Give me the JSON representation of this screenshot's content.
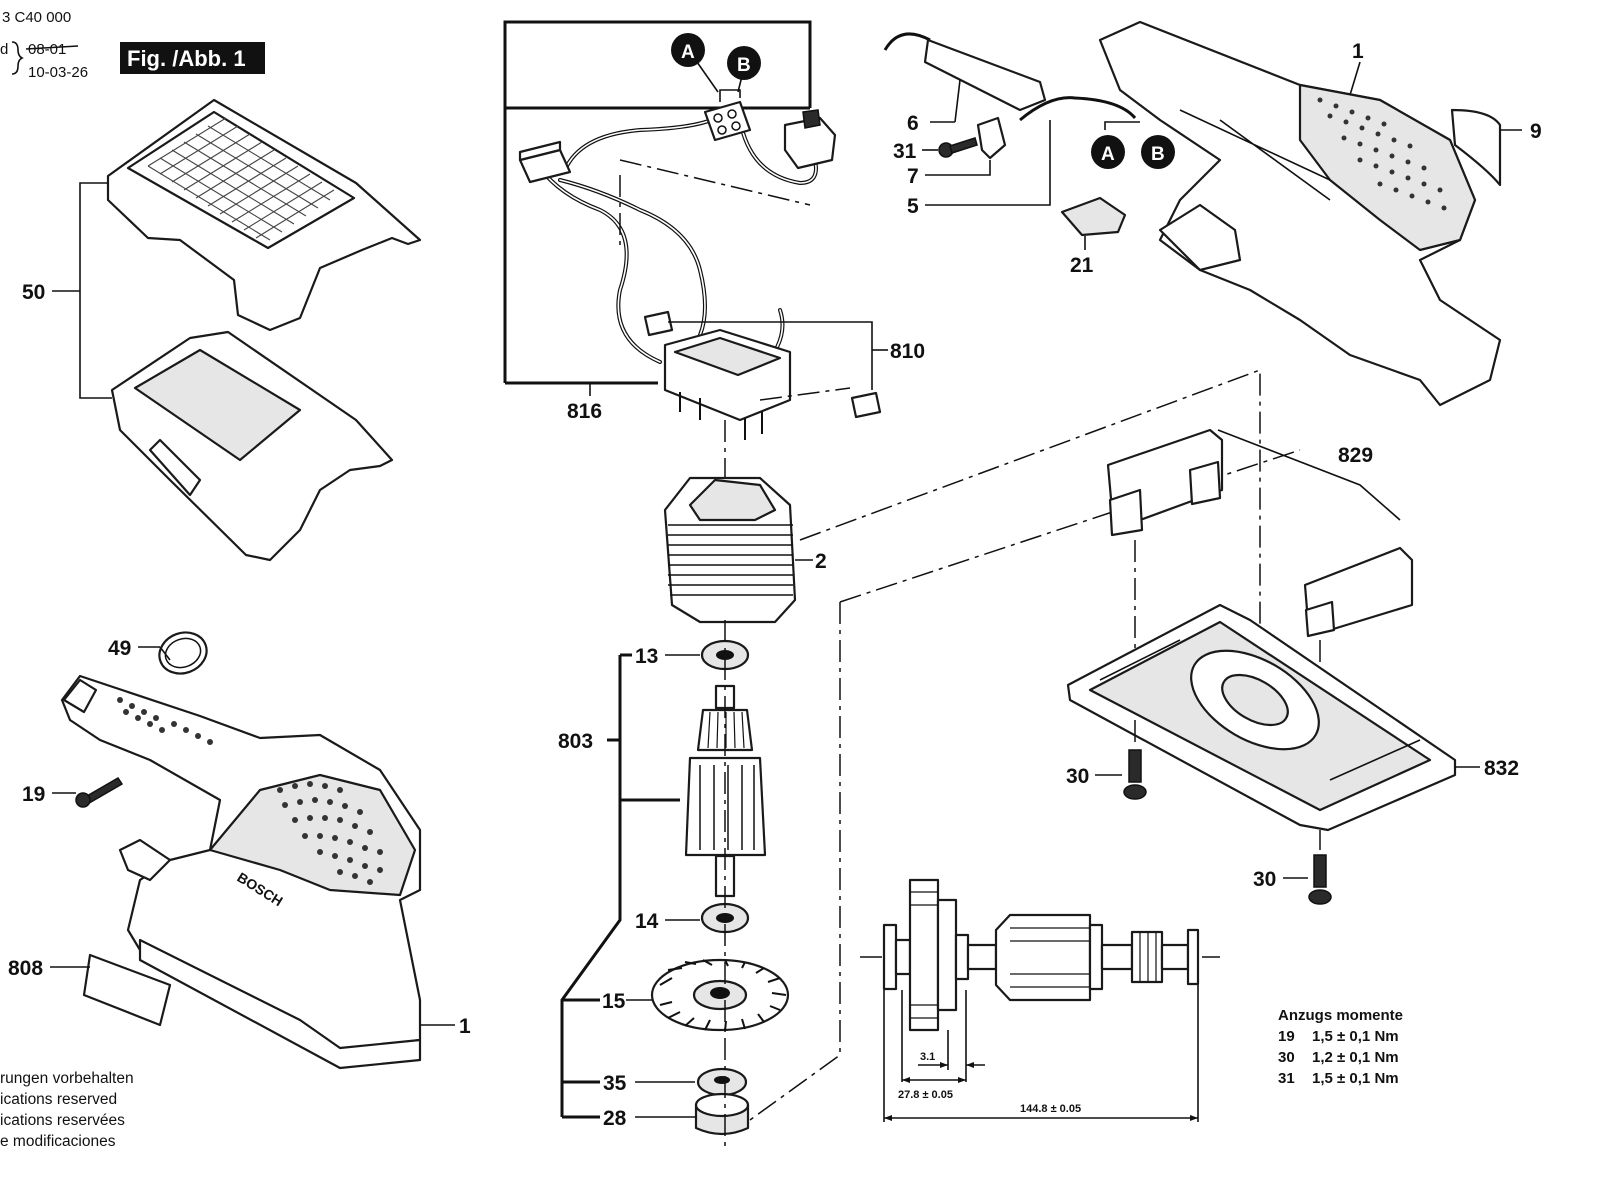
{
  "header": {
    "doc_number": "3 C40 000",
    "date_old": "08-01",
    "date_new": "10-03-26",
    "bracket_prefix": "d",
    "fig_label": "Fig. /Abb. 1"
  },
  "labels": {
    "p1_top": "1",
    "p9": "9",
    "p6": "6",
    "p31": "31",
    "p7": "7",
    "p5": "5",
    "p21": "21",
    "pA_top": "A",
    "pB_top": "B",
    "pA_mid": "A",
    "pB_mid": "B",
    "p810": "810",
    "p816": "816",
    "p2": "2",
    "p50": "50",
    "p49": "49",
    "p19": "19",
    "p808": "808",
    "p1_bottom": "1",
    "p13": "13",
    "p803": "803",
    "p14": "14",
    "p15": "15",
    "p35": "35",
    "p28": "28",
    "p829": "829",
    "p832": "832",
    "p30_left": "30",
    "p30_bottom": "30"
  },
  "dimensions": {
    "d1": "3.1",
    "d2": "27.8 ± 0.05",
    "d3": "144.8 ± 0.05"
  },
  "torque": {
    "title": "Anzugs momente",
    "rows": [
      {
        "part": "19",
        "value": "1,5 ± 0,1 Nm"
      },
      {
        "part": "30",
        "value": "1,2 ± 0,1 Nm"
      },
      {
        "part": "31",
        "value": "1,5 ± 0,1 Nm"
      }
    ]
  },
  "notes": [
    "rungen vorbehalten",
    "ications reserved",
    "ications reservées",
    "e modificaciones"
  ],
  "brand_text": "BOSCH"
}
